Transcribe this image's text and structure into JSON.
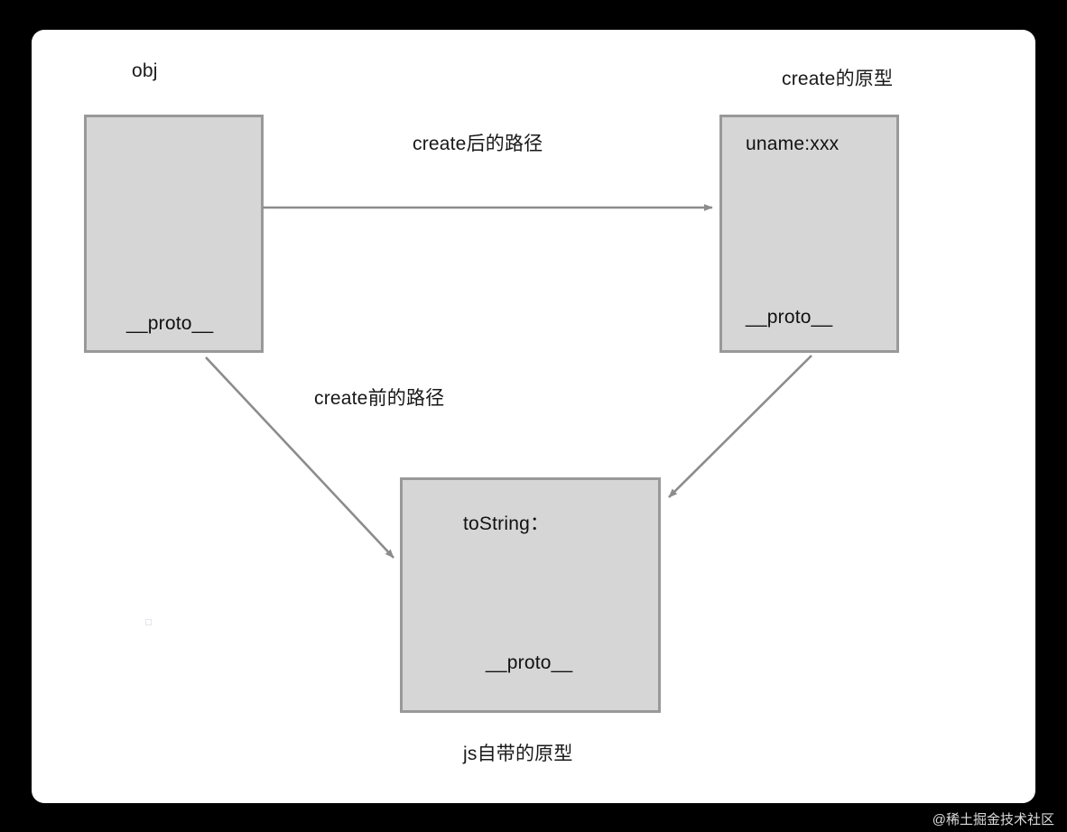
{
  "canvas": {
    "background_color": "#000000",
    "card_color": "#ffffff",
    "box_fill": "#d6d6d6",
    "box_border": "#999999",
    "arrow_color": "#8c8c8c",
    "text_color": "#111111"
  },
  "diagram": {
    "type": "prototype-chain-diagram",
    "nodes": [
      {
        "id": "obj",
        "title": "obj",
        "lines": [
          "__proto__"
        ]
      },
      {
        "id": "create-prototype",
        "title": "create的原型",
        "lines": [
          "uname:xxx",
          "__proto__"
        ]
      },
      {
        "id": "js-builtin-prototype",
        "caption": "js自带的原型",
        "lines": [
          "toString：",
          "__proto__"
        ]
      }
    ],
    "edges": [
      {
        "id": "after-create",
        "label": "create后的路径",
        "from": "obj",
        "to": "create-prototype"
      },
      {
        "id": "before-create",
        "label": "create前的路径",
        "from": "obj",
        "to": "js-builtin-prototype"
      },
      {
        "id": "proto-link",
        "label": "",
        "from": "create-prototype",
        "to": "js-builtin-prototype"
      }
    ]
  },
  "labels": {
    "obj_title": "obj",
    "create_prototype_title": "create的原型",
    "uname_entry": "uname:xxx",
    "proto_left": "__proto__",
    "proto_right": "__proto__",
    "tostring_entry": "toString：",
    "proto_bottom": "__proto__",
    "edge_after_create": "create后的路径",
    "edge_before_create": "create前的路径",
    "bottom_caption": "js自带的原型"
  },
  "watermark": {
    "text": "@稀土掘金技术社区"
  }
}
